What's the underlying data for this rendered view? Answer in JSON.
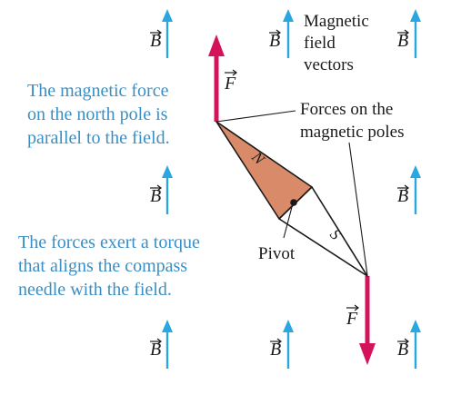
{
  "field_symbol": "B",
  "force_symbol": "F",
  "field_vectors_label": [
    "Magnetic",
    "field",
    "vectors"
  ],
  "forces_label": [
    "Forces on the",
    "magnetic poles"
  ],
  "caption_parallel": [
    "The magnetic force",
    "on the north pole is",
    "parallel to the field."
  ],
  "caption_torque": [
    "The forces exert a torque",
    "that aligns the compass",
    "needle with the field."
  ],
  "pivot_label": "Pivot",
  "north_pole_label": "N",
  "south_pole_label": "S",
  "colors": {
    "field_vector": "#2aa7e0",
    "force_vector": "#d4145a",
    "north_pole": "#d98a68",
    "caption_text": "#3a8fc4"
  }
}
